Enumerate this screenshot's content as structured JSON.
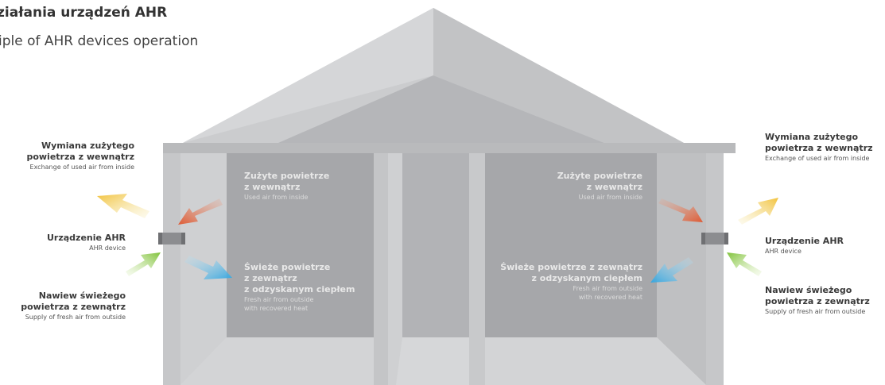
{
  "title": {
    "pl": "ziałania urządzeń AHR",
    "en": "iple of AHR devices operation"
  },
  "left": {
    "exchange": {
      "pl_line1": "Wymiana zużytego",
      "pl_line2": "powietrza z wewnątrz",
      "en": "Exchange of used air from inside"
    },
    "device": {
      "pl": "Urządzenie AHR",
      "en": "AHR device"
    },
    "supply": {
      "pl_line1": "Nawiew świeżego",
      "pl_line2": "powietrza z zewnątrz",
      "en": "Supply of fresh air from outside"
    },
    "used_air": {
      "pl_line1": "Zużyte powietrze",
      "pl_line2": "z wewnątrz",
      "en": "Used air from inside"
    },
    "fresh_air": {
      "pl_line1": "Świeże powietrze",
      "pl_line2": "z zewnątrz",
      "pl_line3": "z odzyskanym ciepłem",
      "en_line1": "Fresh air from outside",
      "en_line2": "with recovered heat"
    }
  },
  "right": {
    "exchange": {
      "pl_line1": "Wymiana zużytego",
      "pl_line2": "powietrza z wewnątrz",
      "en": "Exchange of used air from inside"
    },
    "device": {
      "pl": "Urządzenie AHR",
      "en": "AHR device"
    },
    "supply": {
      "pl_line1": "Nawiew świeżego",
      "pl_line2": "powietrza z zewnątrz",
      "en": "Supply of fresh air from outside"
    },
    "used_air": {
      "pl_line1": "Zużyte powietrze",
      "pl_line2": "z wewnątrz",
      "en": "Used air from inside"
    },
    "fresh_air": {
      "pl_line1": "Świeże powietrze z zewnątrz",
      "pl_line2": "z odzyskanym ciepłem",
      "en_line1": "Fresh air from outside",
      "en_line2": "with recovered heat"
    }
  },
  "colors": {
    "roof_light": "#c9cacc",
    "roof_dark": "#aeafb2",
    "wall": "#c3c4c6",
    "room": "#a7a8ab",
    "floor": "#d2d3d5",
    "exhaust_arrow": "#f0c44a",
    "used_arrow": "#e0603c",
    "fresh_arrow": "#46aee0",
    "supply_arrow": "#8cc63f"
  }
}
